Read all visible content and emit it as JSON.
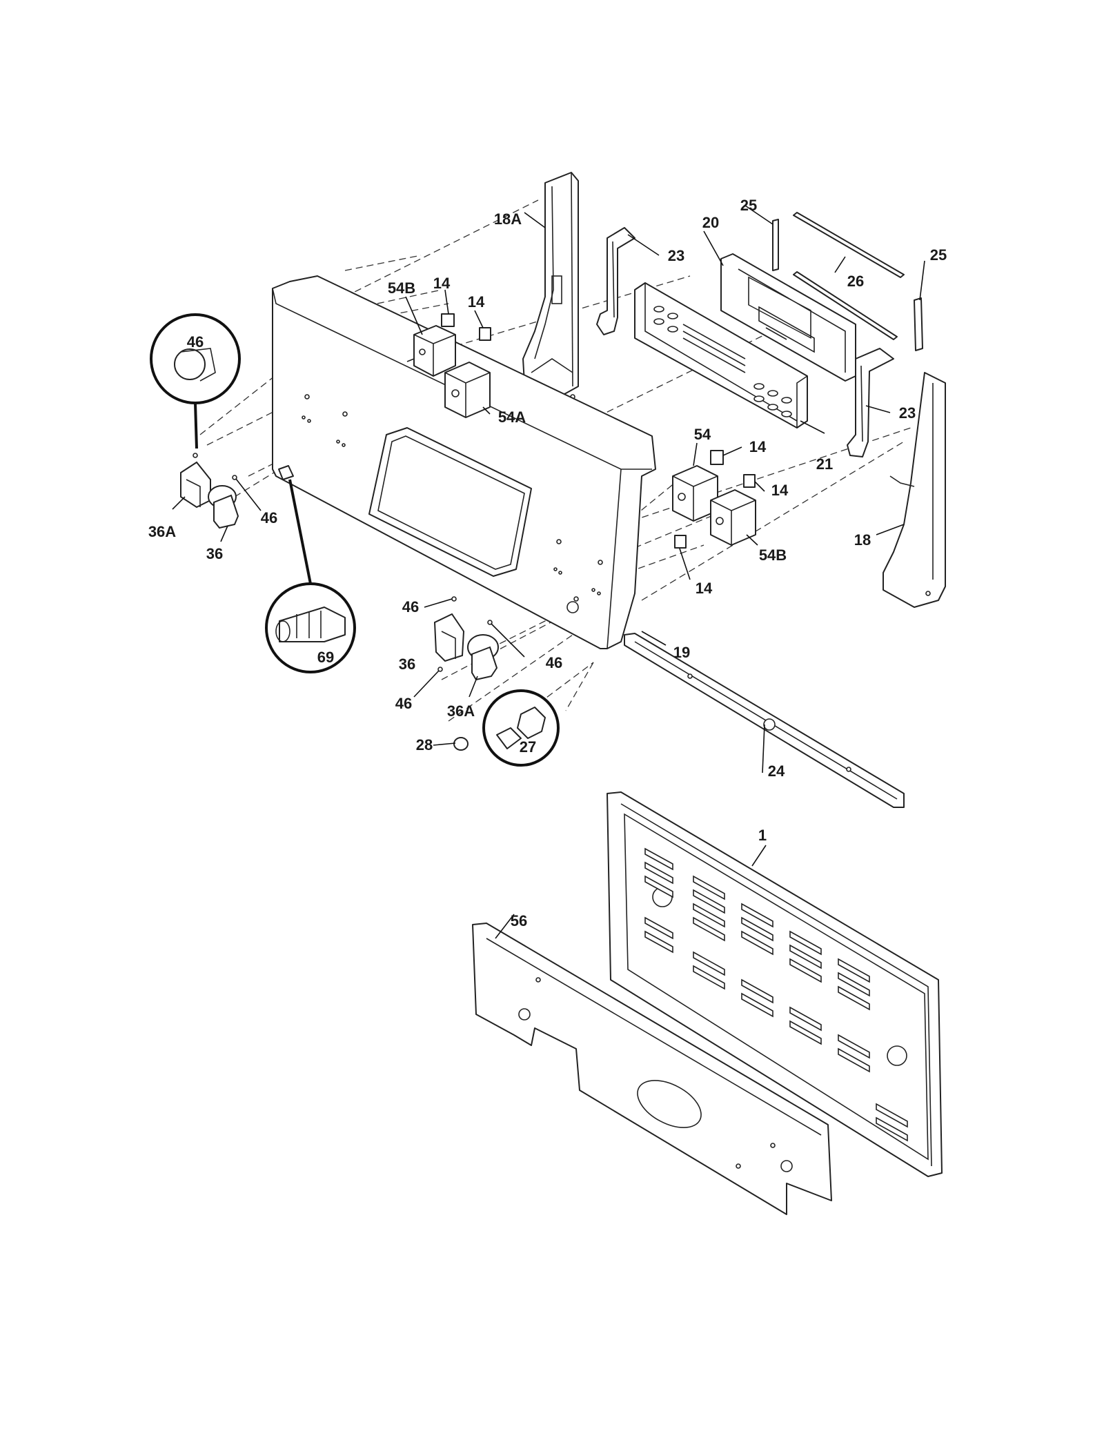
{
  "callouts": {
    "c1": "1",
    "c14a": "14",
    "c14b": "14",
    "c14c": "14",
    "c14d": "14",
    "c14e": "14",
    "c18": "18",
    "c18A": "18A",
    "c19": "19",
    "c20": "20",
    "c21": "21",
    "c23a": "23",
    "c23b": "23",
    "c24": "24",
    "c25a": "25",
    "c25b": "25",
    "c26": "26",
    "c27": "27",
    "c28": "28",
    "c36a": "36",
    "c36b": "36",
    "c36Aa": "36A",
    "c36Ab": "36A",
    "c46a": "46",
    "c46b": "46",
    "c46c": "46",
    "c46d": "46",
    "c46e": "46",
    "c54": "54",
    "c54Aa": "54A",
    "c54Ba": "54B",
    "c54Bb": "54B",
    "c56": "56",
    "c69": "69"
  }
}
